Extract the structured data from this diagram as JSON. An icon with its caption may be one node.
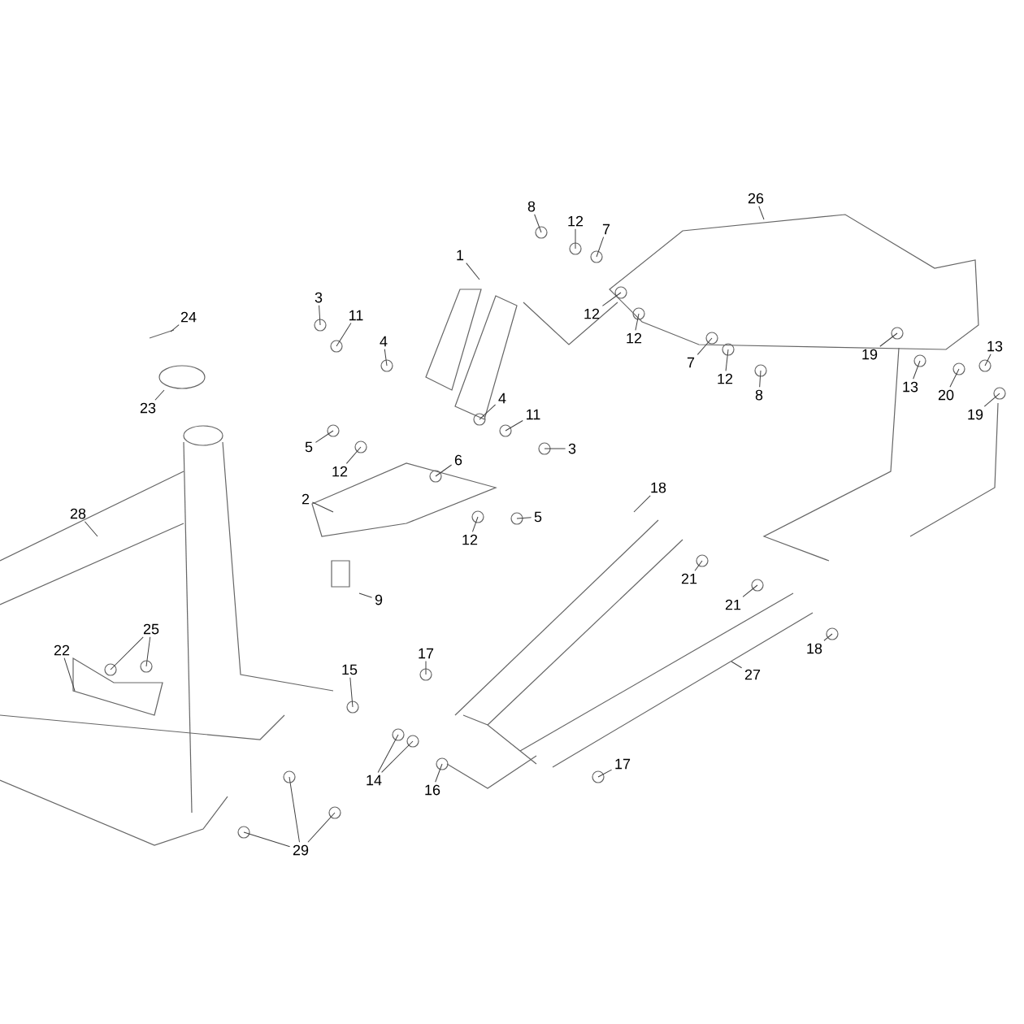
{
  "diagram": {
    "nodes": [
      {
        "text": [
          "26"
        ]
      },
      {
        "text": [
          "8"
        ]
      },
      {
        "text": [
          "12"
        ]
      },
      {
        "text": [
          "7"
        ]
      },
      {
        "text": [
          "1"
        ]
      },
      {
        "text": [
          "3"
        ]
      },
      {
        "text": [
          "12"
        ]
      },
      {
        "text": [
          "11"
        ]
      },
      {
        "text": [
          "24"
        ]
      },
      {
        "text": [
          "12"
        ]
      },
      {
        "text": [
          "4"
        ]
      },
      {
        "text": [
          "13"
        ]
      },
      {
        "text": [
          "19"
        ]
      },
      {
        "text": [
          "7"
        ]
      },
      {
        "text": [
          "12"
        ]
      },
      {
        "text": [
          "13"
        ]
      },
      {
        "text": [
          "8"
        ]
      },
      {
        "text": [
          "20"
        ]
      },
      {
        "text": [
          "4"
        ]
      },
      {
        "text": [
          "23"
        ]
      },
      {
        "text": [
          "11"
        ]
      },
      {
        "text": [
          "19"
        ]
      },
      {
        "text": [
          "5"
        ]
      },
      {
        "text": [
          "3"
        ]
      },
      {
        "text": [
          "6"
        ]
      },
      {
        "text": [
          "12"
        ]
      },
      {
        "text": [
          "18"
        ]
      },
      {
        "text": [
          "2"
        ]
      },
      {
        "text": [
          "28"
        ]
      },
      {
        "text": [
          "5"
        ]
      },
      {
        "text": [
          "12"
        ]
      },
      {
        "text": [
          "21"
        ]
      },
      {
        "text": [
          "9"
        ]
      },
      {
        "text": [
          "21"
        ]
      },
      {
        "text": [
          "25"
        ]
      },
      {
        "text": [
          "18"
        ]
      },
      {
        "text": [
          "22"
        ]
      },
      {
        "text": [
          "17"
        ]
      },
      {
        "text": [
          "15"
        ]
      },
      {
        "text": [
          "27"
        ]
      },
      {
        "text": [
          "17"
        ]
      },
      {
        "text": [
          "14"
        ]
      },
      {
        "text": [
          "16"
        ]
      },
      {
        "text": [
          "29"
        ]
      }
    ],
    "edges": [
      {
        "from": 0,
        "to": null,
        "arrow": "none"
      },
      {
        "from": 1,
        "to": null,
        "arrow": "none"
      },
      {
        "from": 2,
        "to": null,
        "arrow": "none"
      },
      {
        "from": 3,
        "to": null,
        "arrow": "none"
      },
      {
        "from": 4,
        "to": null,
        "arrow": "none"
      },
      {
        "from": 5,
        "to": null,
        "arrow": "none"
      },
      {
        "from": 6,
        "to": null,
        "arrow": "none"
      },
      {
        "from": 7,
        "to": null,
        "arrow": "none"
      },
      {
        "from": 8,
        "to": null,
        "arrow": "none"
      },
      {
        "from": 9,
        "to": null,
        "arrow": "none"
      },
      {
        "from": 10,
        "to": null,
        "arrow": "none"
      },
      {
        "from": 11,
        "to": null,
        "arrow": "none"
      },
      {
        "from": 12,
        "to": null,
        "arrow": "none"
      },
      {
        "from": 13,
        "to": null,
        "arrow": "none"
      },
      {
        "from": 14,
        "to": null,
        "arrow": "none"
      },
      {
        "from": 15,
        "to": null,
        "arrow": "none"
      },
      {
        "from": 16,
        "to": null,
        "arrow": "none"
      },
      {
        "from": 17,
        "to": null,
        "arrow": "none"
      },
      {
        "from": 18,
        "to": null,
        "arrow": "none"
      },
      {
        "from": 19,
        "to": null,
        "arrow": "none"
      },
      {
        "from": 20,
        "to": null,
        "arrow": "none"
      },
      {
        "from": 21,
        "to": null,
        "arrow": "none"
      },
      {
        "from": 22,
        "to": null,
        "arrow": "none"
      },
      {
        "from": 23,
        "to": null,
        "arrow": "none"
      },
      {
        "from": 24,
        "to": null,
        "arrow": "none"
      },
      {
        "from": 25,
        "to": null,
        "arrow": "none"
      },
      {
        "from": 26,
        "to": null,
        "arrow": "none"
      },
      {
        "from": 27,
        "to": null,
        "arrow": "none"
      },
      {
        "from": 28,
        "to": null,
        "arrow": "none"
      },
      {
        "from": 29,
        "to": null,
        "arrow": "none"
      },
      {
        "from": 30,
        "to": null,
        "arrow": "none"
      },
      {
        "from": 31,
        "to": null,
        "arrow": "none"
      },
      {
        "from": 32,
        "to": null,
        "arrow": "none"
      },
      {
        "from": 33,
        "to": null,
        "arrow": "none"
      },
      {
        "from": 34,
        "to": null,
        "arrow": "none"
      },
      {
        "from": 35,
        "to": null,
        "arrow": "none"
      },
      {
        "from": 36,
        "to": null,
        "arrow": "none"
      },
      {
        "from": 37,
        "to": null,
        "arrow": "none"
      },
      {
        "from": 38,
        "to": null,
        "arrow": "none"
      },
      {
        "from": 39,
        "to": null,
        "arrow": "none"
      },
      {
        "from": 40,
        "to": null,
        "arrow": "none"
      },
      {
        "from": 41,
        "to": null,
        "arrow": "none"
      },
      {
        "from": 42,
        "to": null,
        "arrow": "none"
      },
      {
        "from": 43,
        "to": null,
        "arrow": "none"
      },
      {
        "from": 34,
        "to": null,
        "arrow": "none"
      },
      {
        "from": 41,
        "to": null,
        "arrow": "none"
      },
      {
        "from": 43,
        "to": null,
        "arrow": "none"
      },
      {
        "from": 43,
        "to": null,
        "arrow": "none"
      }
    ]
  }
}
